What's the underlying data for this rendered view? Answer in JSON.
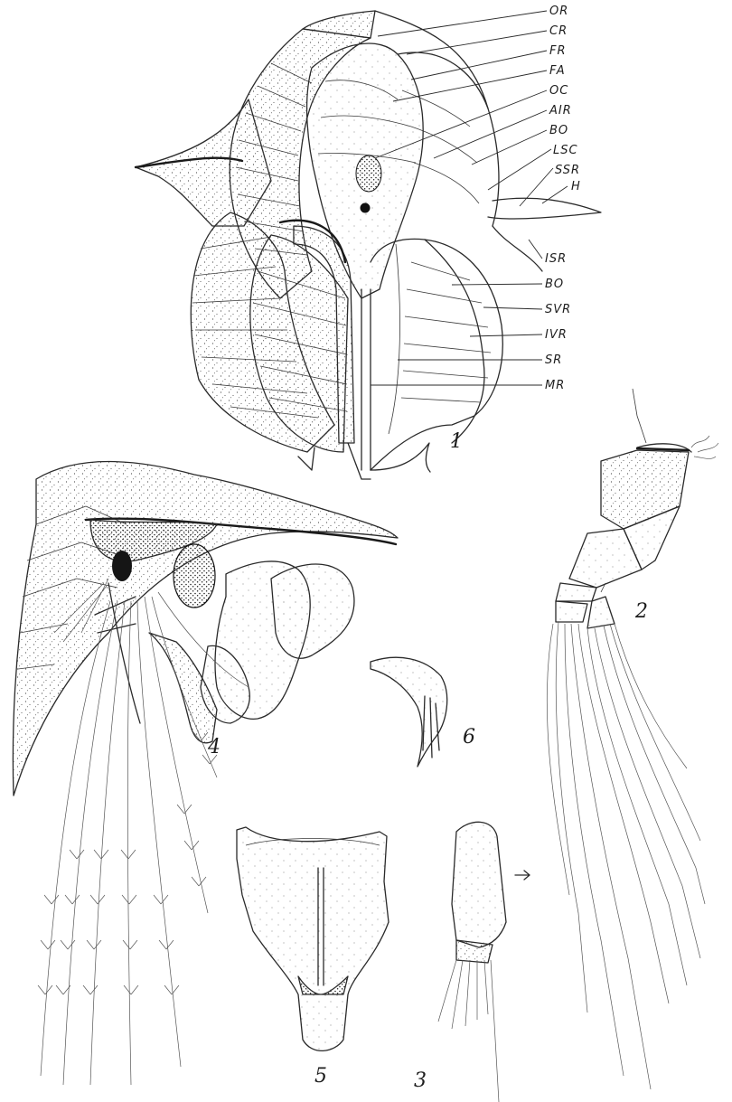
{
  "figure_numbers": [
    "1",
    "2",
    "3",
    "4",
    "5",
    "6"
  ],
  "figure1_labels": [
    "OR",
    "CR",
    "FR",
    "FA",
    "OC",
    "AIR",
    "BO",
    "LSC",
    "SSR",
    "H",
    "ISR",
    "BO",
    "SVR",
    "IVR",
    "SR",
    "MR"
  ]
}
